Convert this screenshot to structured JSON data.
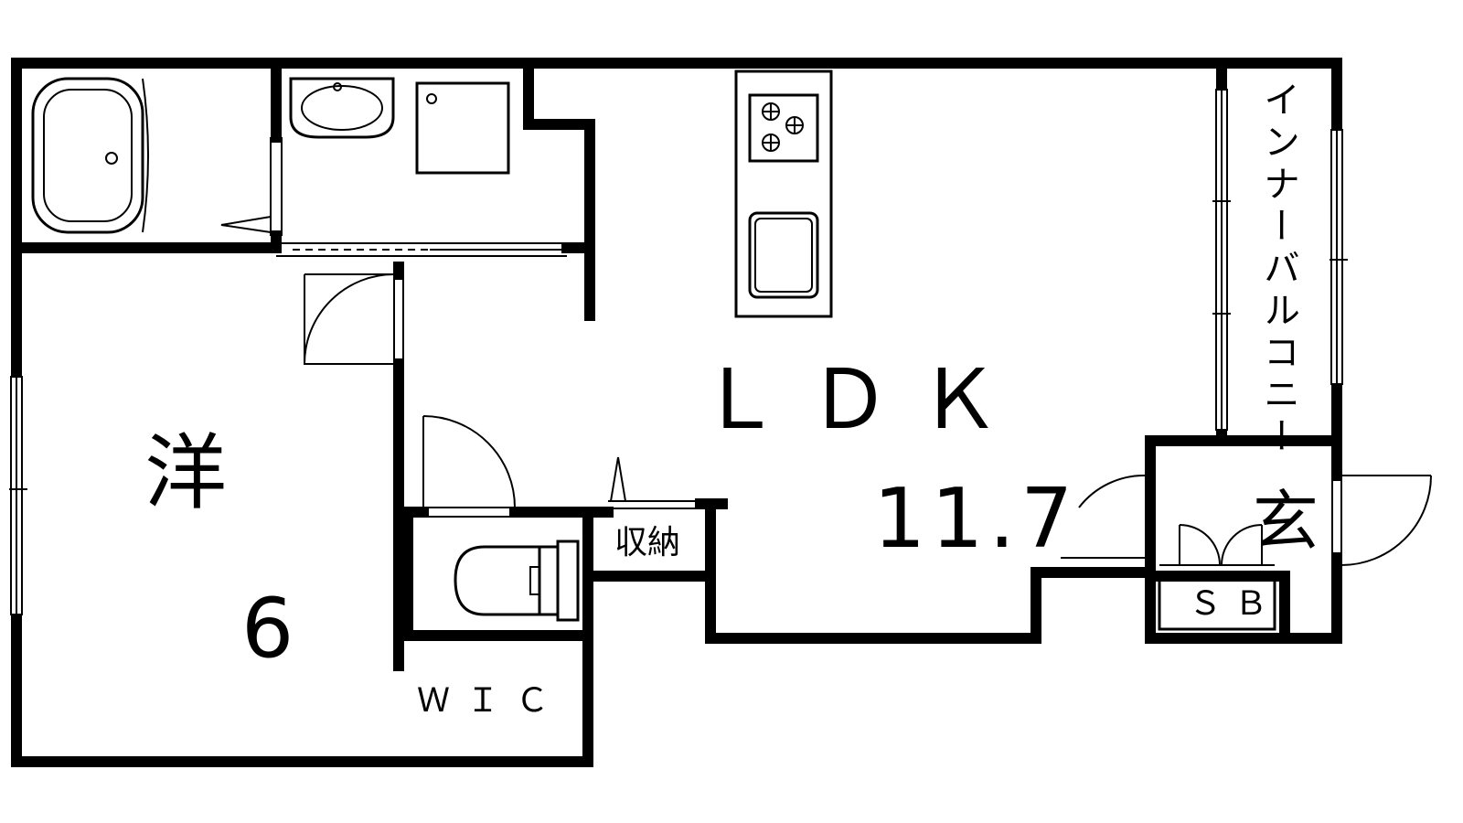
{
  "rooms": {
    "western_room": {
      "name": "洋",
      "size": "6"
    },
    "ldk": {
      "name": "ＬＤＫ",
      "size": "11.7"
    },
    "walk_in_closet": {
      "name": "ＷＩＣ"
    },
    "storage": {
      "name": "収納"
    },
    "entrance": {
      "name": "玄"
    },
    "shoe_box": {
      "name": "ＳＢ"
    },
    "inner_balcony": {
      "name": "インナーバルコニー"
    }
  },
  "icons": [
    "bathtub-icon",
    "washbasin-icon",
    "washing-machine-icon",
    "stove-icon",
    "sink-icon",
    "toilet-icon",
    "door-swing-icon"
  ]
}
